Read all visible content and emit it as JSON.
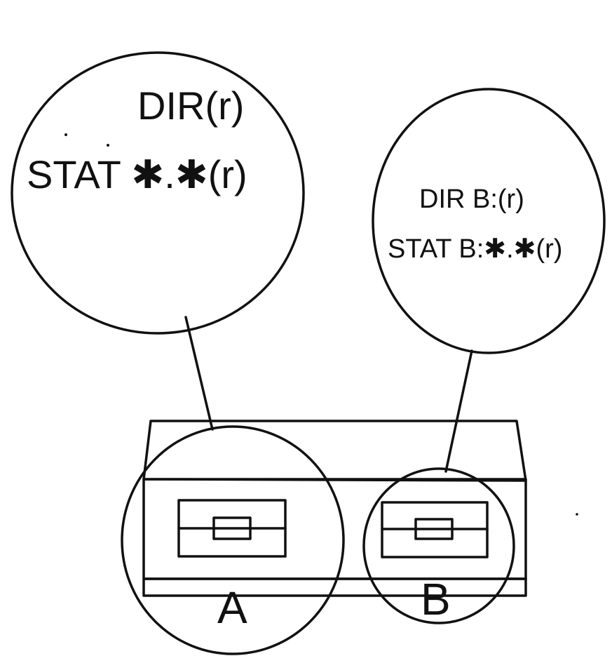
{
  "callouts": {
    "drive_a": {
      "line1": "DIR(r)",
      "line2": "STAT ✱.✱(r)"
    },
    "drive_b": {
      "line1": "DIR B:(r)",
      "line2": "STAT B:✱.✱(r)"
    }
  },
  "drives": {
    "a": {
      "label": "A"
    },
    "b": {
      "label": "B"
    }
  },
  "colors": {
    "ink": "#111111",
    "background": "#ffffff"
  }
}
